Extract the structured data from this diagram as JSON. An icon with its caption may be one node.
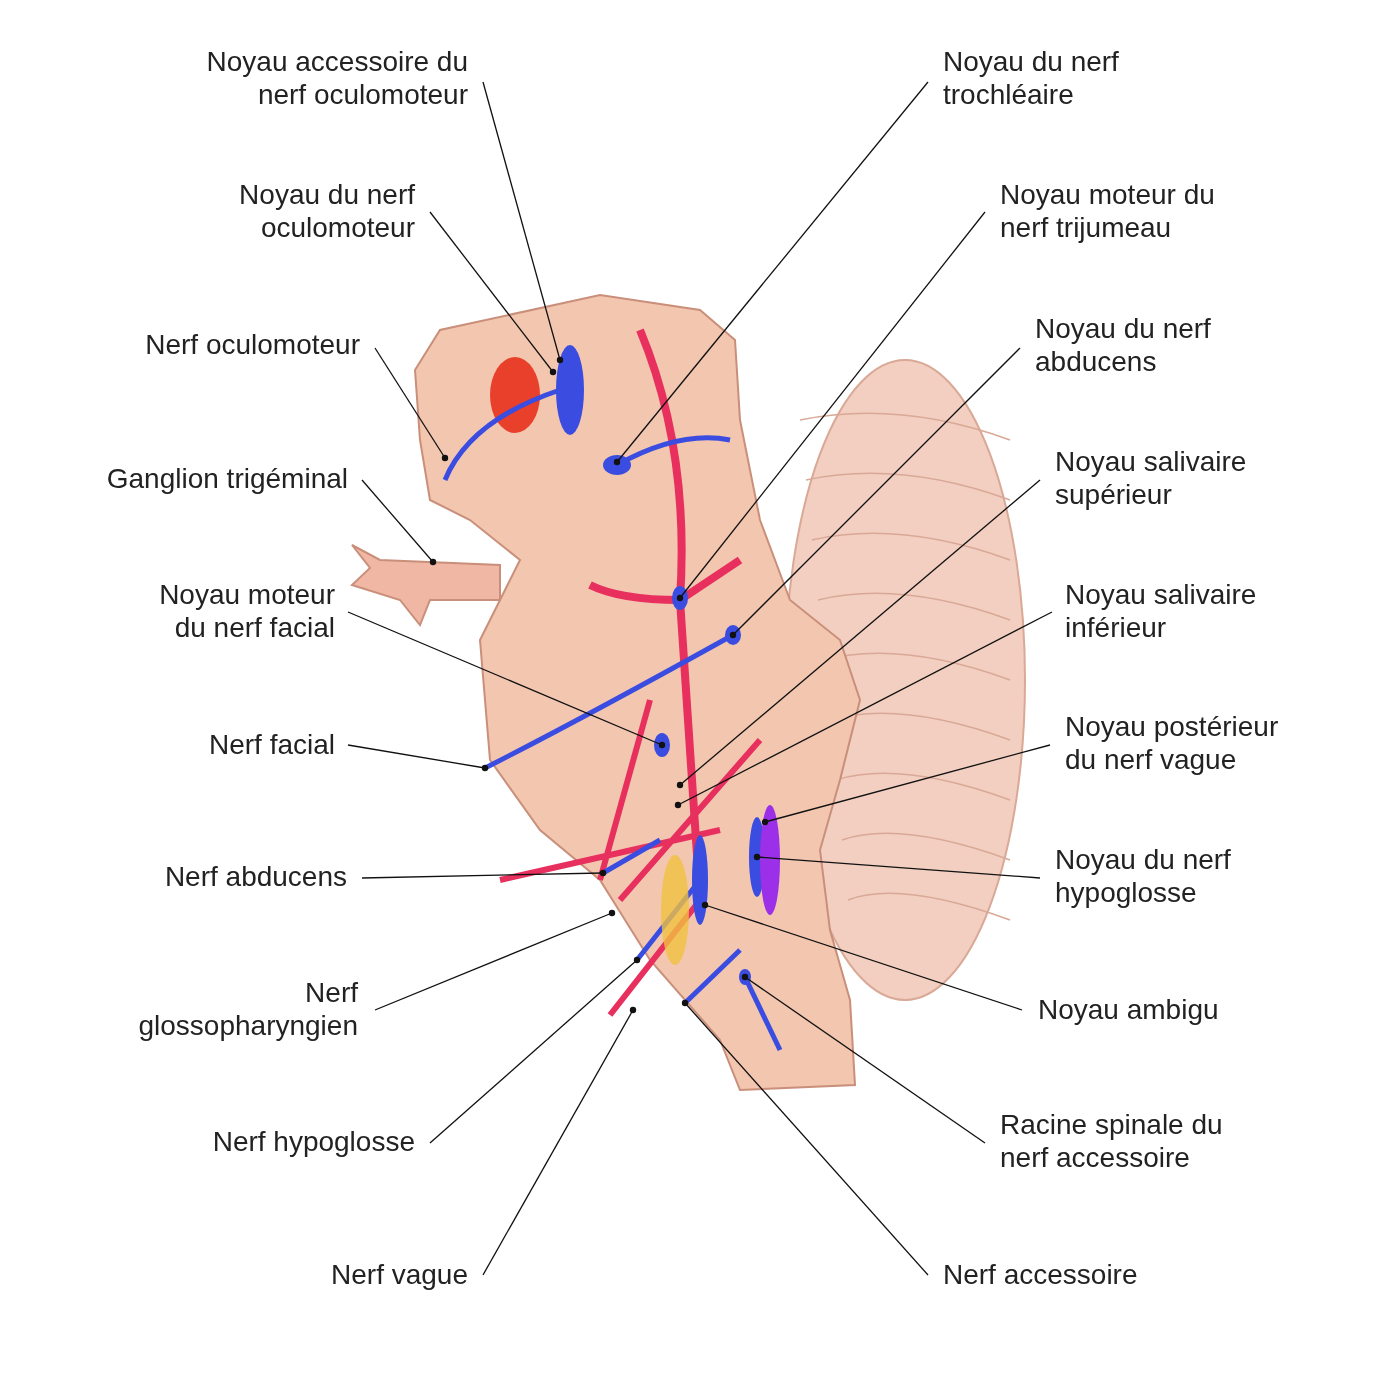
{
  "diagram": {
    "nodes": [
      {
        "text": [
          "Noyau accessoire du nerf oculomoteur"
        ]
      },
      {
        "text": [
          "Noyau du nerf oculomoteur"
        ]
      },
      {
        "text": [
          "Nerf oculomoteur"
        ]
      },
      {
        "text": [
          "Ganglion trigéminal"
        ]
      },
      {
        "text": [
          "Noyau moteur du nerf facial"
        ]
      },
      {
        "text": [
          "Nerf facial"
        ]
      },
      {
        "text": [
          "Nerf abducens"
        ]
      },
      {
        "text": [
          "Nerf glossopharyngien"
        ]
      },
      {
        "text": [
          "Nerf hypoglosse"
        ]
      },
      {
        "text": [
          "Nerf vague"
        ]
      },
      {
        "text": [
          "Noyau du nerf trochléaire"
        ]
      },
      {
        "text": [
          "Noyau moteur du nerf trijumeau"
        ]
      },
      {
        "text": [
          "Noyau du nerf abducens"
        ]
      },
      {
        "text": [
          "Noyau salivaire supérieur"
        ]
      },
      {
        "text": [
          "Noyau salivaire inférieur"
        ]
      },
      {
        "text": [
          "Noyau postérieur du nerf vague"
        ]
      },
      {
        "text": [
          "Noyau du nerf hypoglosse"
        ]
      },
      {
        "text": [
          "Noyau ambigu"
        ]
      },
      {
        "text": [
          "Racine spinale du nerf accessoire"
        ]
      },
      {
        "text": [
          "Nerf accessoire"
        ]
      }
    ],
    "edges": [
      {
        "from": 0,
        "to": null,
        "arrow": "other"
      },
      {
        "from": 1,
        "to": null,
        "arrow": "other"
      },
      {
        "from": 2,
        "to": null,
        "arrow": "other"
      },
      {
        "from": 3,
        "to": null,
        "arrow": "other"
      },
      {
        "from": 4,
        "to": null,
        "arrow": "other"
      },
      {
        "from": 5,
        "to": null,
        "arrow": "other"
      },
      {
        "from": 6,
        "to": null,
        "arrow": "other"
      },
      {
        "from": 7,
        "to": null,
        "arrow": "other"
      },
      {
        "from": 8,
        "to": null,
        "arrow": "other"
      },
      {
        "from": 9,
        "to": null,
        "arrow": "other"
      },
      {
        "from": 10,
        "to": null,
        "arrow": "other"
      },
      {
        "from": 11,
        "to": null,
        "arrow": "other"
      },
      {
        "from": 12,
        "to": null,
        "arrow": "other"
      },
      {
        "from": 13,
        "to": null,
        "arrow": "other"
      },
      {
        "from": 14,
        "to": null,
        "arrow": "other"
      },
      {
        "from": 15,
        "to": null,
        "arrow": "other"
      },
      {
        "from": 16,
        "to": null,
        "arrow": "other"
      },
      {
        "from": 17,
        "to": null,
        "arrow": "other"
      },
      {
        "from": 18,
        "to": null,
        "arrow": "other"
      },
      {
        "from": 19,
        "to": null,
        "arrow": "other"
      }
    ]
  }
}
